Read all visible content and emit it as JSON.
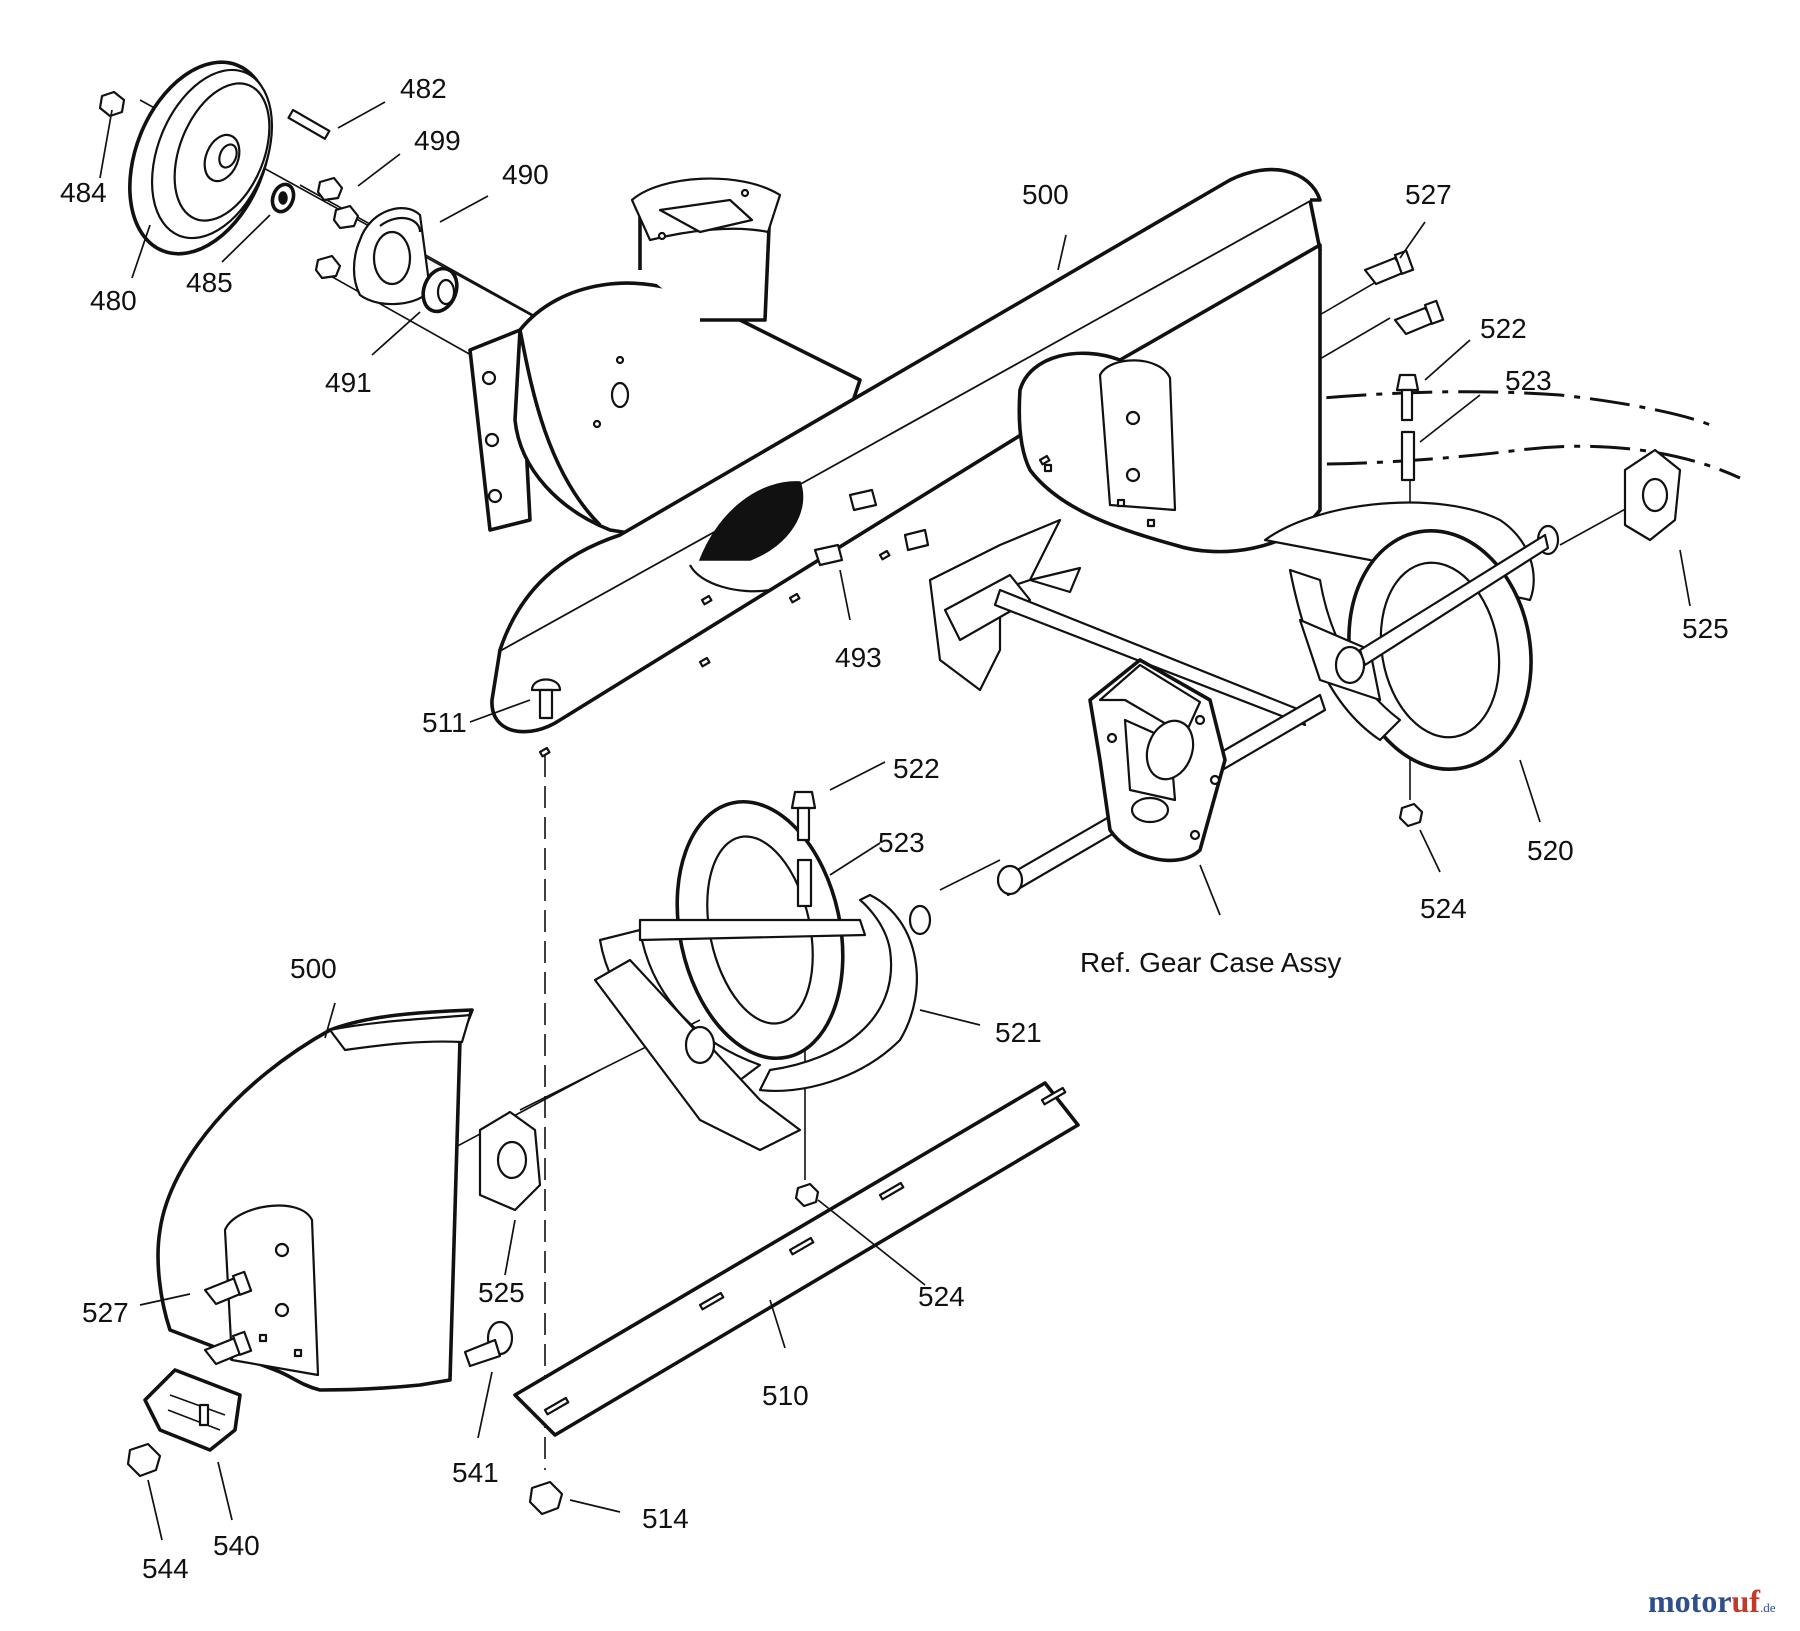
{
  "labels": {
    "p480": "480",
    "p482": "482",
    "p484": "484",
    "p485": "485",
    "p490": "490",
    "p491": "491",
    "p493": "493",
    "p499": "499",
    "p500a": "500",
    "p500b": "500",
    "p510": "510",
    "p511": "511",
    "p514": "514",
    "p520": "520",
    "p521": "521",
    "p522a": "522",
    "p522b": "522",
    "p523a": "523",
    "p523b": "523",
    "p524a": "524",
    "p524b": "524",
    "p525a": "525",
    "p525b": "525",
    "p527a": "527",
    "p527b": "527",
    "p540": "540",
    "p541": "541",
    "p544": "544"
  },
  "reference": {
    "gear_case": "Ref. Gear Case Assy"
  },
  "watermark": {
    "main_a": "motor",
    "main_b": "uf",
    "suffix": ".de"
  }
}
